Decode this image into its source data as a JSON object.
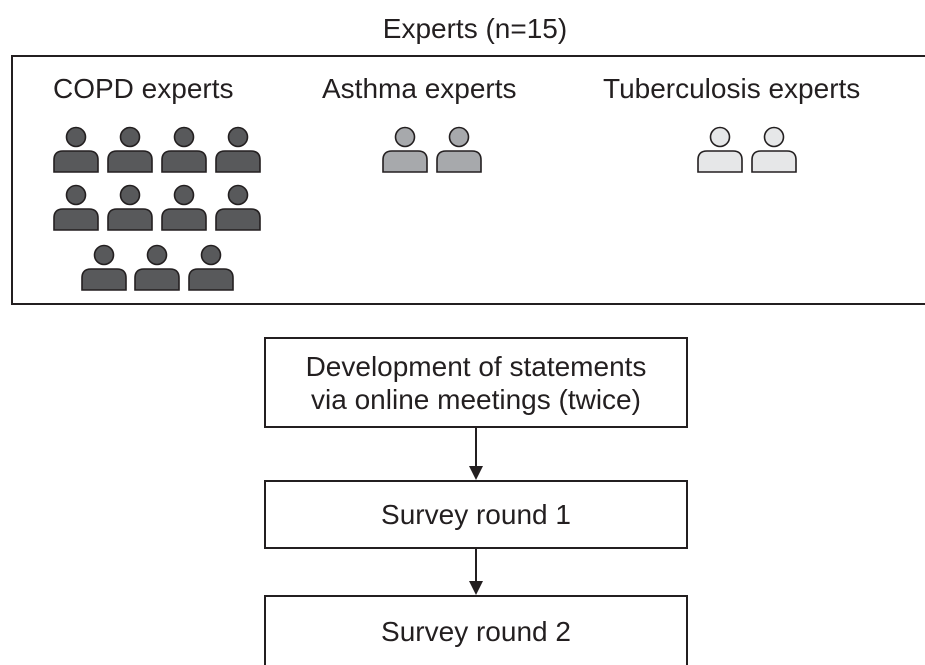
{
  "title": "Experts (n=15)",
  "groups": [
    {
      "label": "COPD experts",
      "count": 11,
      "icon": "person-icon",
      "fill": "#58595b"
    },
    {
      "label": "Asthma experts",
      "count": 2,
      "icon": "person-icon",
      "fill": "#a7a9ac"
    },
    {
      "label": "Tuberculosis experts",
      "count": 2,
      "icon": "person-icon",
      "fill": "#e6e7e8"
    }
  ],
  "flow": [
    {
      "line1": "Development of statements",
      "line2": "via online meetings (twice)"
    },
    {
      "text": "Survey round 1"
    },
    {
      "text": "Survey round 2"
    }
  ],
  "colors": {
    "stroke": "#231f20"
  }
}
